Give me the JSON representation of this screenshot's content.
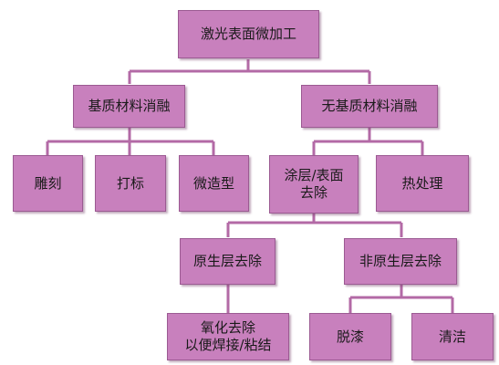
{
  "nodes": {
    "root": "激光表面微加工",
    "substrate": "基质材料消融",
    "non_substrate": "无基质材料消融",
    "engraving": "雕刻",
    "marking": "打标",
    "micro_forming": "微造型",
    "coating_removal": "涂层/表面\n去除",
    "heat_treatment": "热处理",
    "native_layer_removal": "原生层去除",
    "non_native_layer_removal": "非原生层去除",
    "oxide_removal": "氧化去除\n以便焊接/粘结",
    "paint_stripping": "脱漆",
    "cleaning": "清洁"
  },
  "colors": {
    "box_fill": "#c880bd",
    "box_border": "#9b5a92",
    "connector": "#b36aa6"
  }
}
